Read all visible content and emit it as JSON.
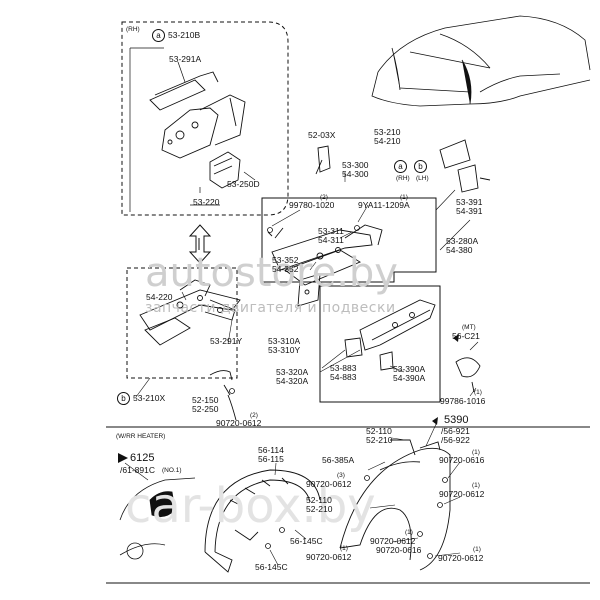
{
  "watermarks": {
    "main": "autostore.by",
    "sub": "запчасти двигателя и подвески",
    "bottom": "car-box.by"
  },
  "callouts": {
    "rh": "(RH)",
    "p53_210B": "53-210B",
    "p53_291A": "53-291A",
    "p53_250D": "53-250D",
    "p53_220": "53-220",
    "p52_03X": "52-03X",
    "p53_210": "53-210",
    "p54_210": "54-210",
    "p53_300": "53-300",
    "p54_300": "54-300",
    "ra": "(RH)",
    "lh": "(LH)",
    "p1a": "(1)",
    "p2a": "(2)",
    "p99780_1020": "99780-1020",
    "p9ya11_1209a": "9YA11-1209A",
    "p53_311": "53-311",
    "p54_311": "54-311",
    "p53_352": "53-352",
    "p54_352": "54-352",
    "p53_391": "53-391",
    "p54_391": "54-391",
    "p53_280a": "53-280A",
    "p54_380": "54-380",
    "p54_220": "54-220",
    "p53_291y": "53-291Y",
    "p53_310a": "53-310A",
    "p53_310y": "53-310Y",
    "p56_c21": "56-C21",
    "mt": "(MT)",
    "p53_883": "53-883",
    "p54_883": "54-883",
    "p53_320a": "53-320A",
    "p54_320a": "54-320A",
    "p53_390a": "53-390A",
    "p54_390a": "54-390A",
    "p1b": "(1)",
    "p99786_1016": "99786-1016",
    "p53_210x": "53-210X",
    "p52_150": "52-150",
    "p52_250": "52-250",
    "p2b": "(2)",
    "p90720_0612a": "90720-0612",
    "wrr": "(W/RR HEATER)",
    "p6125": "6125",
    "p61_891c": "/61-891C",
    "no1": "(NO.1)",
    "p56_114": "56-114",
    "p56_115": "56-115",
    "p52_110a": "52-110",
    "p52_210a": "52-210",
    "p5390": "5390",
    "p56_921": "/56-921",
    "p56_922": "/56-922",
    "p56_385a": "56-385A",
    "p3": "(3)",
    "p90720_0612b": "90720-0612",
    "p1c": "(1)",
    "p90720_0616a": "90720-0616",
    "p1d": "(1)",
    "p90720_0612c": "90720-0612",
    "p52_110b": "52-110",
    "p52_210b": "52-210",
    "p56_145c_a": "56-145C",
    "p56_145c_b": "56-145C",
    "p1e": "(1)",
    "p90720_0612d": "90720-0612",
    "p90720_0616b": "90720-0616",
    "p1f": "(1)",
    "p90720_0612e": "90720-0612",
    "p1g": "(1)",
    "p90720_0612f": "90720-0612",
    "circ_a": "a",
    "circ_b": "b",
    "circ_a2": "a",
    "circ_b2": "b"
  }
}
